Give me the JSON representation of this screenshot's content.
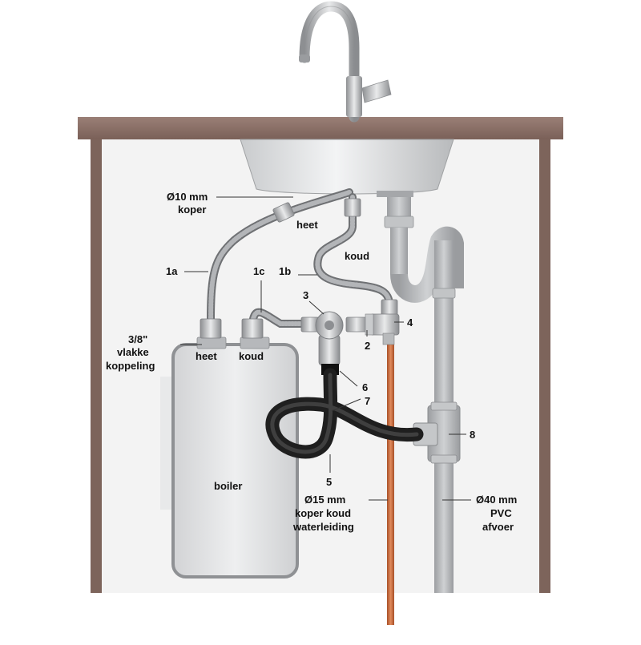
{
  "labels": {
    "copper_10mm_1": "Ø10 mm",
    "copper_10mm_2": "koper",
    "hot_top": "heet",
    "cold_top": "koud",
    "l1a": "1a",
    "l1c": "1c",
    "l1b": "1b",
    "l3": "3",
    "l4": "4",
    "l2": "2",
    "coupling_1": "3/8\"",
    "coupling_2": "vlakke",
    "coupling_3": "koppeling",
    "boiler_hot": "heet",
    "boiler_cold": "koud",
    "l6": "6",
    "l7": "7",
    "l8": "8",
    "l5": "5",
    "boiler": "boiler",
    "copper_15mm_1": "Ø15 mm",
    "copper_15mm_2": "koper koud",
    "copper_15mm_3": "waterleiding",
    "pvc_1": "Ø40 mm",
    "pvc_2": "PVC",
    "pvc_3": "afvoer"
  },
  "colors": {
    "cabinet": "#8a6f66",
    "cabinet_wall": "#f1f1f1",
    "sink": "#d4d6d8",
    "boiler": "#e3e4e6",
    "pvc": "#b5b7ba",
    "copper": "#c7693d",
    "black_hose": "#2a2a2a",
    "braided": "#9a9c9f"
  }
}
